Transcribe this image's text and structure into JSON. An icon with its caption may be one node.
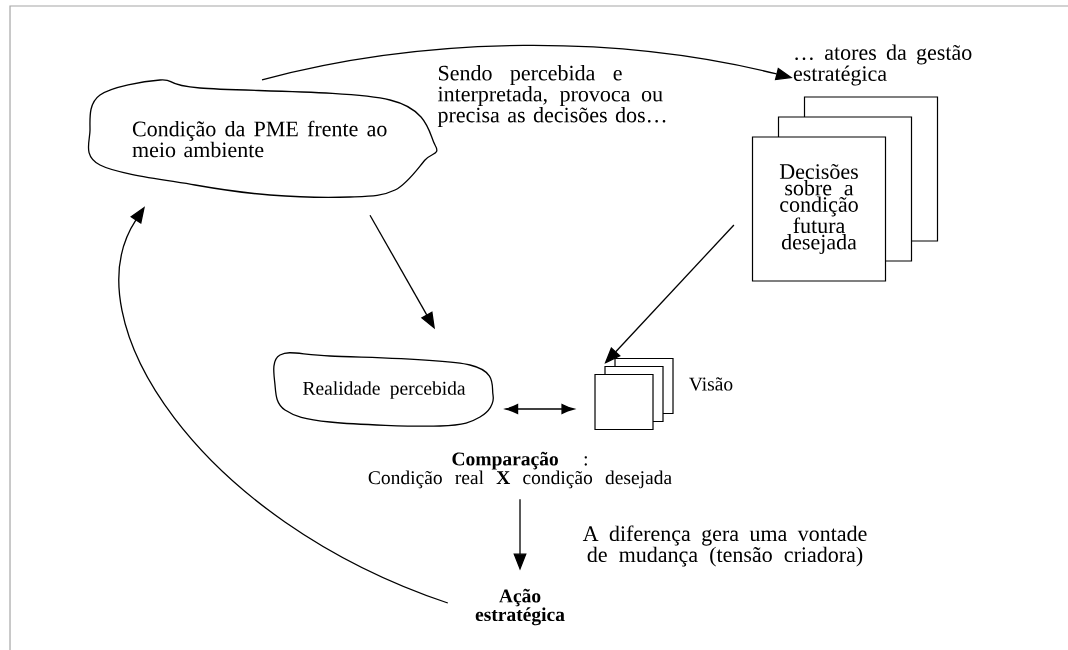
{
  "diagram": {
    "nodes": [
      {
        "text": [
          "Condição da PME frente ao meio ambiente"
        ]
      },
      {
        "text": [
          "… atores da gestão estratégica"
        ]
      },
      {
        "text": [
          "Decisões sobre a condição futura desejada"
        ]
      },
      {
        "text": [
          "Realidade percebida"
        ]
      },
      {
        "text": [],
        "shape": "box",
        "beside": [
          "Visão"
        ]
      },
      {
        "text": [
          "**Comparação** :",
          "Condição real **X** condição desejada"
        ]
      },
      {
        "text": [
          "Ação estratégica"
        ]
      }
    ],
    "edges": [
      {
        "from": 0,
        "to": 1,
        "arrow": "to",
        "label": "Sendo percebida e interpretada, provoca ou precisa as decisões dos…"
      },
      {
        "from": 0,
        "to": 3,
        "arrow": "to"
      },
      {
        "from": 2,
        "to": 4,
        "arrow": "to"
      },
      {
        "from": 3,
        "to": 4,
        "arrow": "both"
      },
      {
        "from": 5,
        "to": 6,
        "arrow": "to",
        "label": "A diferença gera uma vontade de mudança (tensão criadora)"
      },
      {
        "from": 6,
        "to": 0,
        "arrow": "to"
      }
    ]
  }
}
